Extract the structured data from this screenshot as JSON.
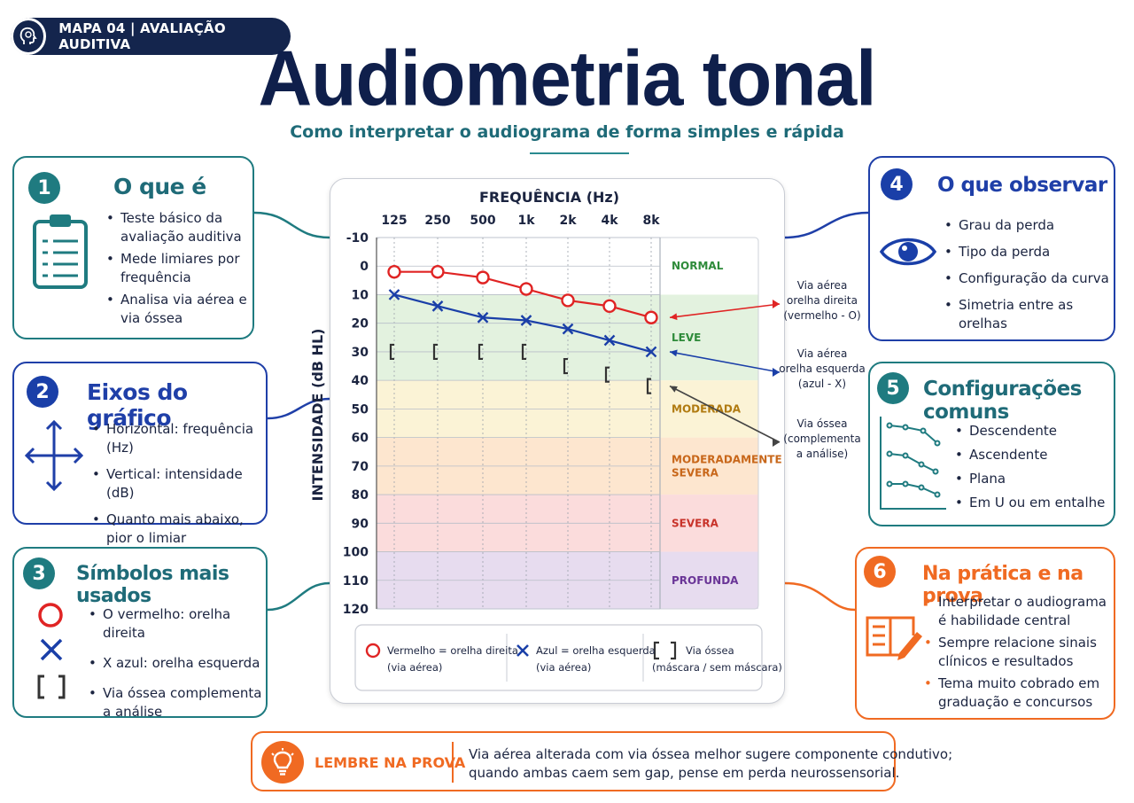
{
  "header": {
    "badge": "MAPA 04 | AVALIAÇÃO AUDITIVA",
    "title": "Audiometria tonal",
    "subtitle": "Como interpretar o audiograma de forma simples e rápida"
  },
  "cards": {
    "c1": {
      "num": "1",
      "title": "O que é",
      "items": [
        "Teste básico da avaliação auditiva",
        "Mede limiares por frequência",
        "Analisa via aérea e via óssea"
      ]
    },
    "c2": {
      "num": "2",
      "title": "Eixos do gráfico",
      "items": [
        "Horizontal: frequência (Hz)",
        "Vertical: intensidade (dB)",
        "Quanto mais abaixo, pior o limiar"
      ]
    },
    "c3": {
      "num": "3",
      "title": "Símbolos mais usados",
      "items": [
        "O vermelho: orelha direita",
        "X azul: orelha esquerda",
        "Via óssea complementa a análise"
      ]
    },
    "c4": {
      "num": "4",
      "title": "O que observar",
      "items": [
        "Grau da perda",
        "Tipo da perda",
        "Configuração da curva",
        "Simetria entre as orelhas"
      ]
    },
    "c5": {
      "num": "5",
      "title": "Configurações comuns",
      "items": [
        "Descendente",
        "Ascendente",
        "Plana",
        "Em  U ou em entalhe"
      ]
    },
    "c6": {
      "num": "6",
      "title": "Na prática e na prova",
      "items": [
        "Interpretar o audiograma é habilidade central",
        "Sempre relacione sinais clínicos e resultados",
        "Tema muito cobrado em graduação e concursos"
      ]
    }
  },
  "chart_data": {
    "type": "line",
    "xlabel": "FREQUÊNCIA (Hz)",
    "ylabel": "INTENSIDADE (dB HL)",
    "x": [
      "125",
      "250",
      "500",
      "1k",
      "2k",
      "4k",
      "8k"
    ],
    "y_ticks": [
      "-10",
      "0",
      "10",
      "20",
      "30",
      "40",
      "50",
      "60",
      "70",
      "80",
      "90",
      "100",
      "110",
      "120"
    ],
    "ylim": [
      -10,
      120
    ],
    "y_inverted": true,
    "series": [
      {
        "name": "Vermelho = orelha direita",
        "marker": "O",
        "color": "#e02424",
        "values": [
          2,
          2,
          4,
          8,
          12,
          14,
          18
        ]
      },
      {
        "name": "Azul = orelha esquerda",
        "marker": "X",
        "color": "#1a3fa8",
        "values": [
          10,
          14,
          18,
          19,
          22,
          26,
          30
        ]
      },
      {
        "name": "Via óssea",
        "marker": "[",
        "color": "#333333",
        "values": [
          30,
          30,
          30,
          30,
          35,
          38,
          42
        ]
      }
    ],
    "bands": [
      {
        "label": "NORMAL",
        "from": -10,
        "to": 10,
        "color": "#ffffff",
        "text": "#2e8b3a"
      },
      {
        "label": "LEVE",
        "from": 10,
        "to": 40,
        "color": "#e3f2df",
        "text": "#2e8b3a"
      },
      {
        "label": "MODERADA",
        "from": 40,
        "to": 60,
        "color": "#fbf3d6",
        "text": "#b07a10"
      },
      {
        "label": "MODERADAMENTE SEVERA",
        "from": 60,
        "to": 80,
        "color": "#fde6cf",
        "text": "#c8671a"
      },
      {
        "label": "SEVERA",
        "from": 80,
        "to": 100,
        "color": "#fbdcdc",
        "text": "#c8332a"
      },
      {
        "label": "PROFUNDA",
        "from": 100,
        "to": 120,
        "color": "#e7dcef",
        "text": "#6a3597"
      }
    ],
    "grid": true,
    "legend": [
      {
        "line1": "Vermelho = orelha direita",
        "line2": "(via aérea)"
      },
      {
        "line1": "Azul = orelha esquerda",
        "line2": "(via aérea)"
      },
      {
        "line1": "Via óssea",
        "line2": "(máscara / sem máscara)"
      }
    ],
    "annotations": [
      {
        "lines": [
          "Via aérea",
          "orelha direita",
          "(vermelho - O)"
        ]
      },
      {
        "lines": [
          "Via aérea",
          "orelha esquerda",
          "(azul - X)"
        ]
      },
      {
        "lines": [
          "Via óssea",
          "(complementa",
          "a análise)"
        ]
      }
    ]
  },
  "remember": {
    "label": "LEMBRE NA PROVA",
    "line1": "Via aérea alterada com via óssea melhor sugere componente condutivo;",
    "line2": "quando ambas caem sem gap, pense em perda neurossensorial."
  },
  "colors": {
    "navy": "#14254d",
    "teal": "#1f7b80",
    "blue": "#1a3fa8",
    "orange": "#f06a22",
    "red": "#e02424"
  }
}
